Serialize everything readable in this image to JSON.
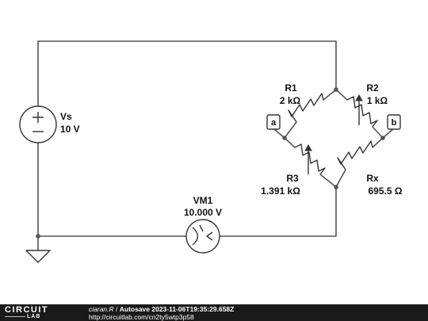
{
  "circuit": {
    "source": {
      "name": "Vs",
      "value": "10 V"
    },
    "voltmeter": {
      "name": "VM1",
      "value": "10.000 V"
    },
    "r1": {
      "name": "R1",
      "value": "2 kΩ"
    },
    "r2": {
      "name": "R2",
      "value": "1 kΩ"
    },
    "r3": {
      "name": "R3",
      "value": "1.391 kΩ"
    },
    "rx": {
      "name": "Rx",
      "value": "695.5 Ω"
    },
    "terminal_a": "a",
    "terminal_b": "b"
  },
  "footer": {
    "logo_top": "CIRCUIT",
    "logo_bottom": "LAB",
    "user": "ciaran.R",
    "separator": " / ",
    "title": "Autosave 2023-11-06T19:35:29.658Z",
    "url": "http://circuitlab.com/cn2ty5wtp3p58"
  }
}
